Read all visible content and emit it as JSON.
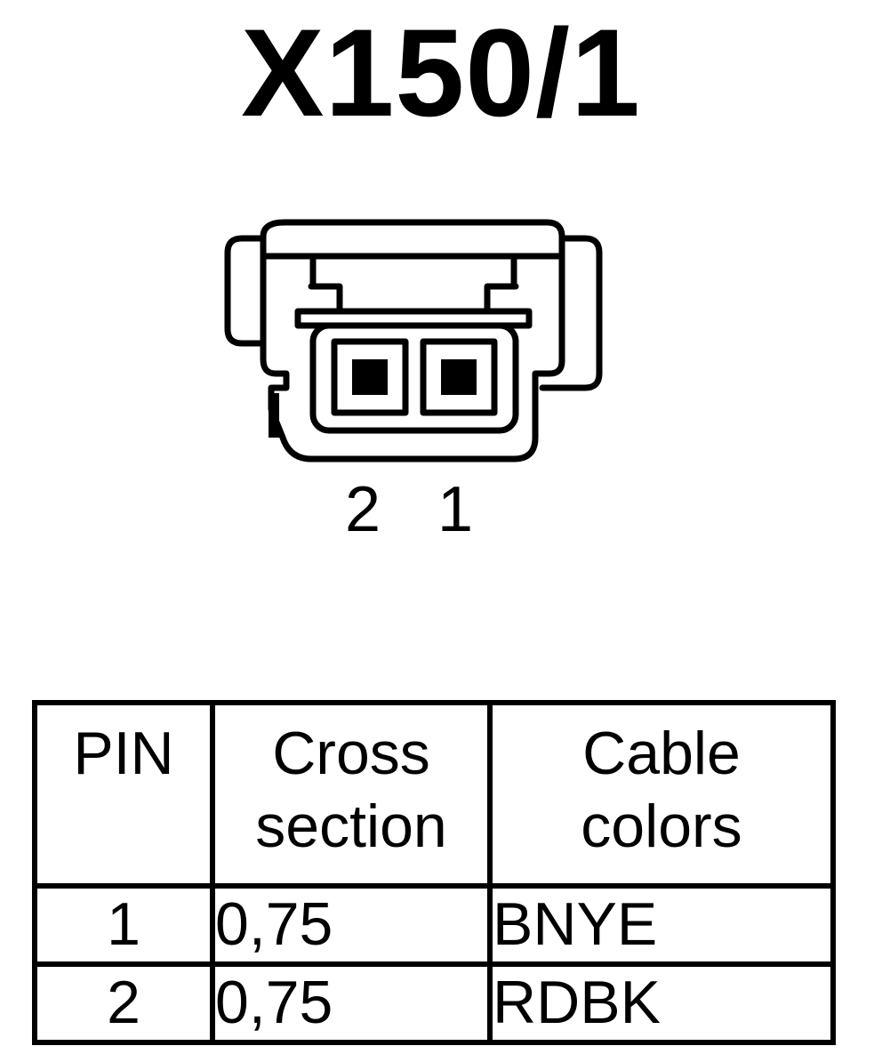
{
  "title": "X150/1",
  "connector": {
    "pin_labels": [
      "2",
      "1"
    ]
  },
  "table": {
    "headers": [
      "PIN",
      "Cross section",
      "Cable colors"
    ],
    "rows": [
      {
        "pin": "1",
        "cross_section": "0,75",
        "cable_color": "BNYE"
      },
      {
        "pin": "2",
        "cross_section": "0,75",
        "cable_color": "RDBK"
      }
    ]
  }
}
